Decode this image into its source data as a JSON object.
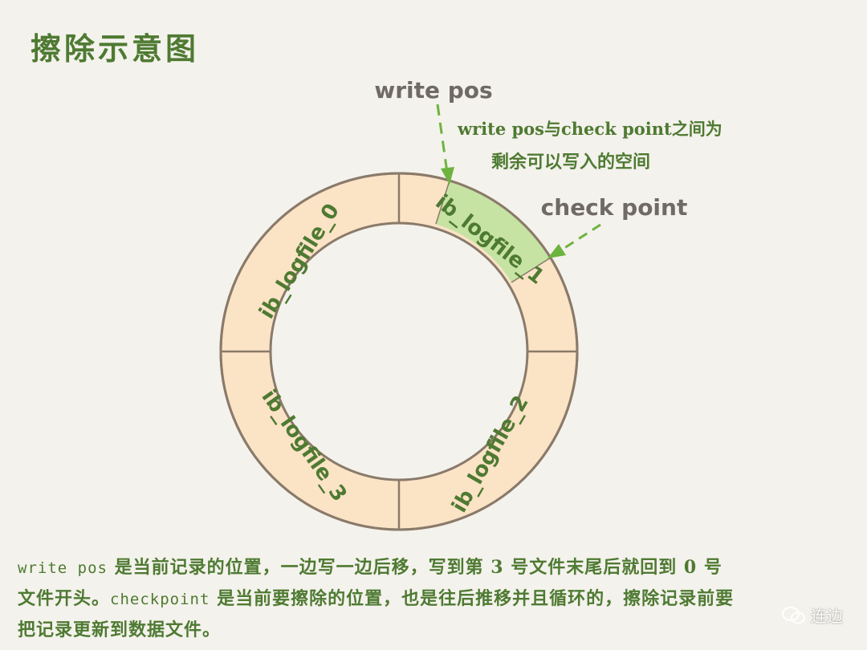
{
  "title": "擦除示意图",
  "labels": {
    "write_pos": "write pos",
    "check_point": "check point",
    "free_space_line1": "write pos与check point之间为",
    "free_space_line2": "剩余可以写入的空间"
  },
  "segments": [
    {
      "name": "ib_logfile_0",
      "label": "ib_logfile_0"
    },
    {
      "name": "ib_logfile_1",
      "label": "ib_logfile_1"
    },
    {
      "name": "ib_logfile_2",
      "label": "ib_logfile_2"
    },
    {
      "name": "ib_logfile_3",
      "label": "ib_logfile_3"
    }
  ],
  "description": {
    "line1_mono": "write pos",
    "line1_text": " 是当前记录的位置，一边写一边后移，写到第 3 号文件末尾后就回到 0 号",
    "line2_text_a": "文件开头。",
    "line2_mono": "checkpoint",
    "line2_text_b": " 是当前要擦除的位置，也是往后推移并且循环的，擦除记录前要",
    "line3_text": "把记录更新到数据文件。"
  },
  "watermark": "连边",
  "colors": {
    "ring_fill": "#fbe3c6",
    "highlight_fill": "#c6e3a4",
    "ring_stroke": "#8a7a6a",
    "text_green": "#4e7a32",
    "label_gray": "#6f6a63",
    "arrow_green": "#6db33f"
  }
}
